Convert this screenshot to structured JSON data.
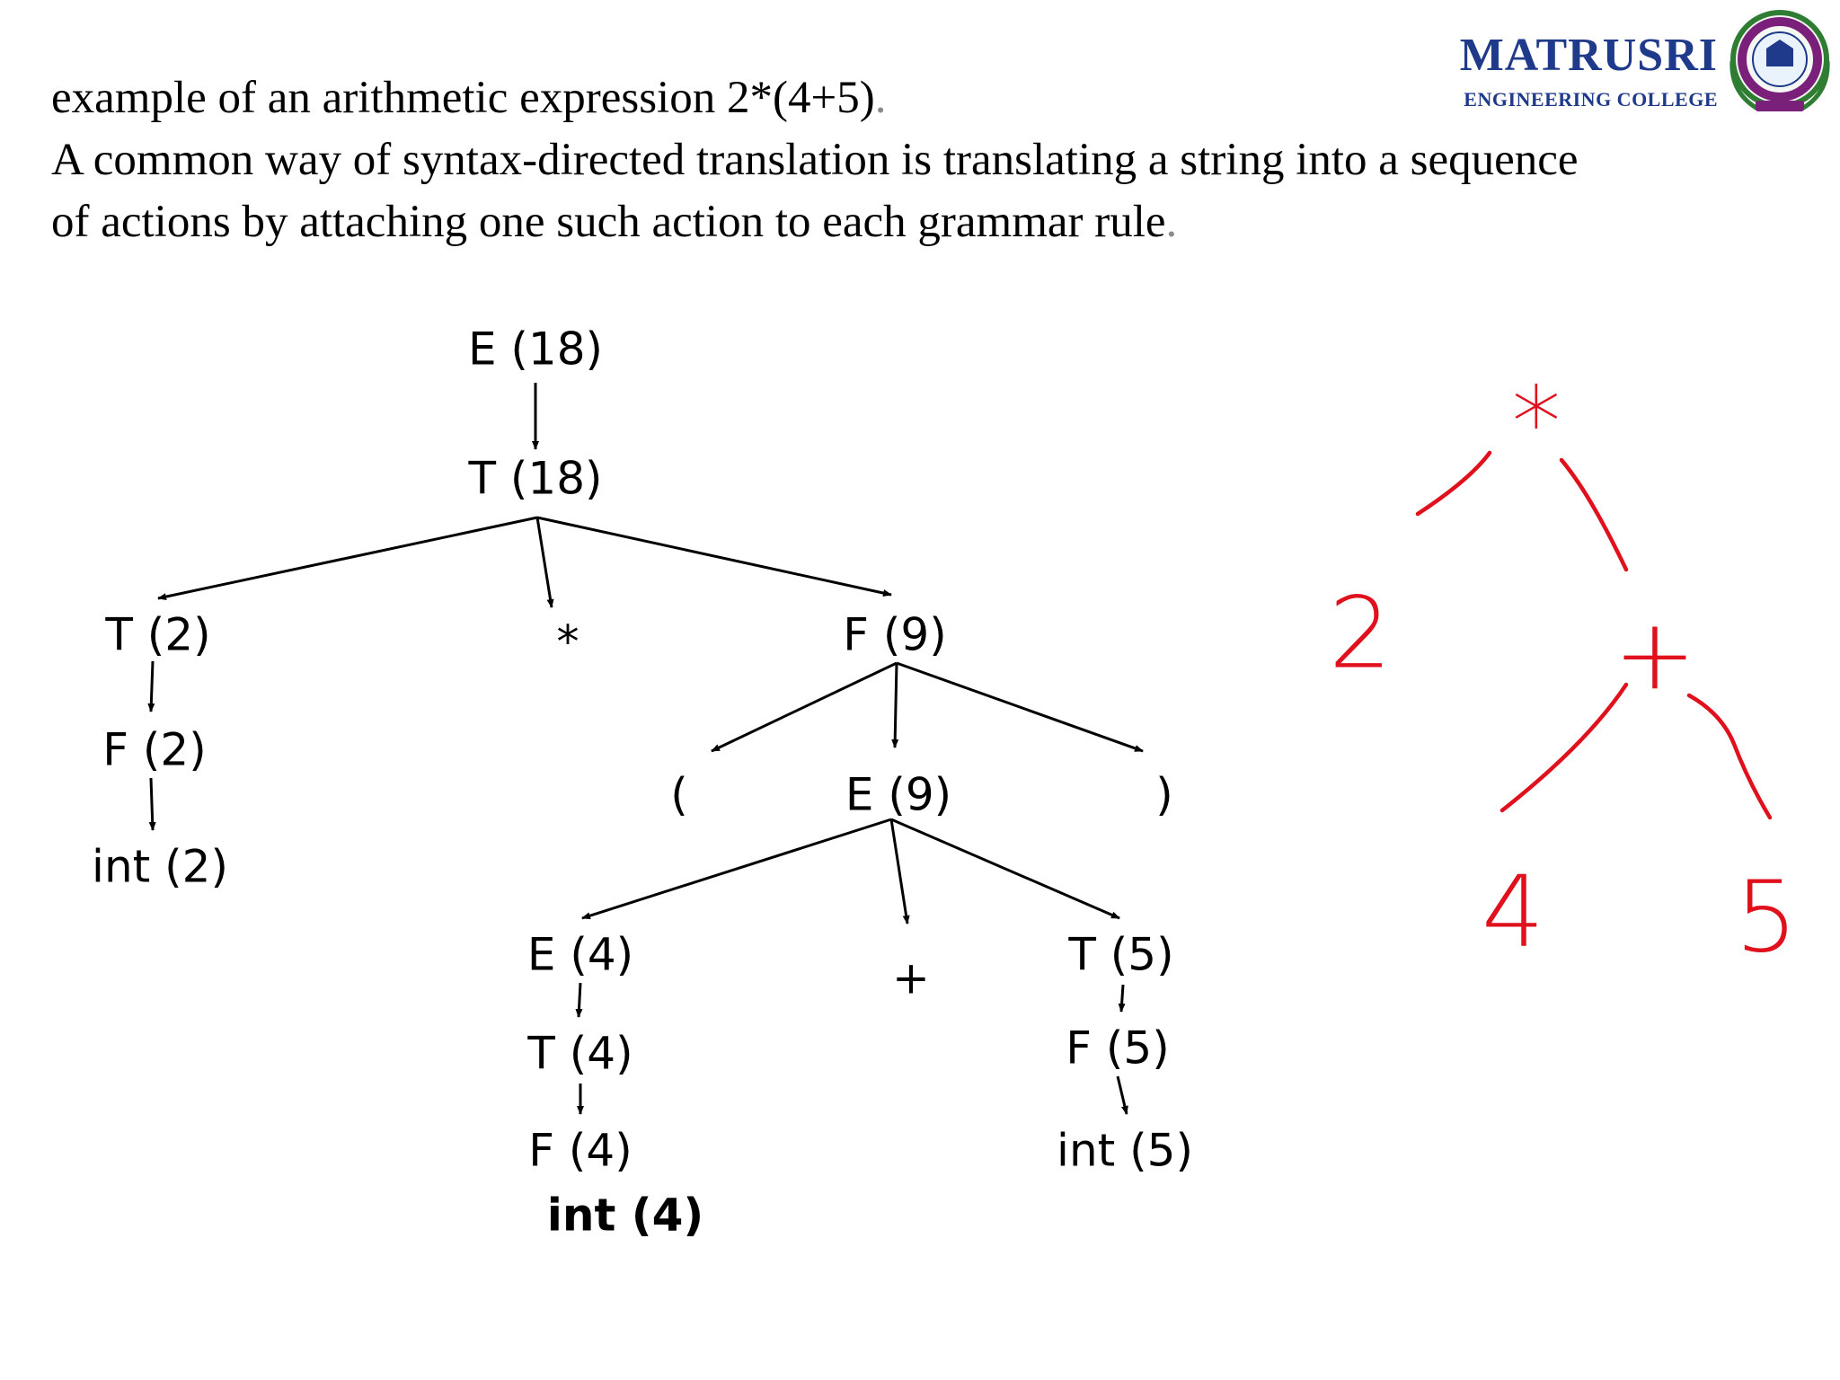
{
  "text": {
    "line1_main": "example of an arithmetic expression  2*(4+5)",
    "line1_end": ".",
    "line2": "A common way of syntax-directed translation is translating a string into a sequence",
    "line3_main": "of actions by attaching one such action to each grammar rule",
    "line3_end": "."
  },
  "logo": {
    "name": "MATRUSRI",
    "subtitle": "ENGINEERING COLLEGE"
  },
  "parse_tree": {
    "nodes": [
      {
        "id": "E18",
        "label": "E (18)"
      },
      {
        "id": "T18",
        "label": "T (18)"
      },
      {
        "id": "T2",
        "label": "T (2)"
      },
      {
        "id": "star",
        "label": "*"
      },
      {
        "id": "F9",
        "label": "F (9)"
      },
      {
        "id": "F2",
        "label": "F (2)"
      },
      {
        "id": "int2",
        "label": "int (2)"
      },
      {
        "id": "lparen",
        "label": "("
      },
      {
        "id": "E9",
        "label": "E (9)"
      },
      {
        "id": "rparen",
        "label": ")"
      },
      {
        "id": "E4",
        "label": "E (4)"
      },
      {
        "id": "plus",
        "label": "+"
      },
      {
        "id": "T5",
        "label": "T (5)"
      },
      {
        "id": "T4",
        "label": "T (4)"
      },
      {
        "id": "F5",
        "label": "F (5)"
      },
      {
        "id": "F4",
        "label": "F (4)"
      },
      {
        "id": "int5",
        "label": "int (5)"
      },
      {
        "id": "int4",
        "label": "int (4)"
      }
    ],
    "edges": [
      [
        "E18",
        "T18"
      ],
      [
        "T18",
        "T2"
      ],
      [
        "T18",
        "star"
      ],
      [
        "T18",
        "F9"
      ],
      [
        "T2",
        "F2"
      ],
      [
        "F2",
        "int2"
      ],
      [
        "F9",
        "lparen"
      ],
      [
        "F9",
        "E9"
      ],
      [
        "F9",
        "rparen"
      ],
      [
        "E9",
        "E4"
      ],
      [
        "E9",
        "plus"
      ],
      [
        "E9",
        "T5"
      ],
      [
        "E4",
        "T4"
      ],
      [
        "T4",
        "F4"
      ],
      [
        "T5",
        "F5"
      ],
      [
        "F5",
        "int5"
      ]
    ]
  },
  "syntax_tree": {
    "color": "#e0101c",
    "nodes": [
      {
        "id": "mul",
        "label": "*"
      },
      {
        "id": "two",
        "label": "2"
      },
      {
        "id": "add",
        "label": "+"
      },
      {
        "id": "four",
        "label": "4"
      },
      {
        "id": "five",
        "label": "5"
      }
    ],
    "edges": [
      [
        "mul",
        "two"
      ],
      [
        "mul",
        "add"
      ],
      [
        "add",
        "four"
      ],
      [
        "add",
        "five"
      ]
    ]
  }
}
